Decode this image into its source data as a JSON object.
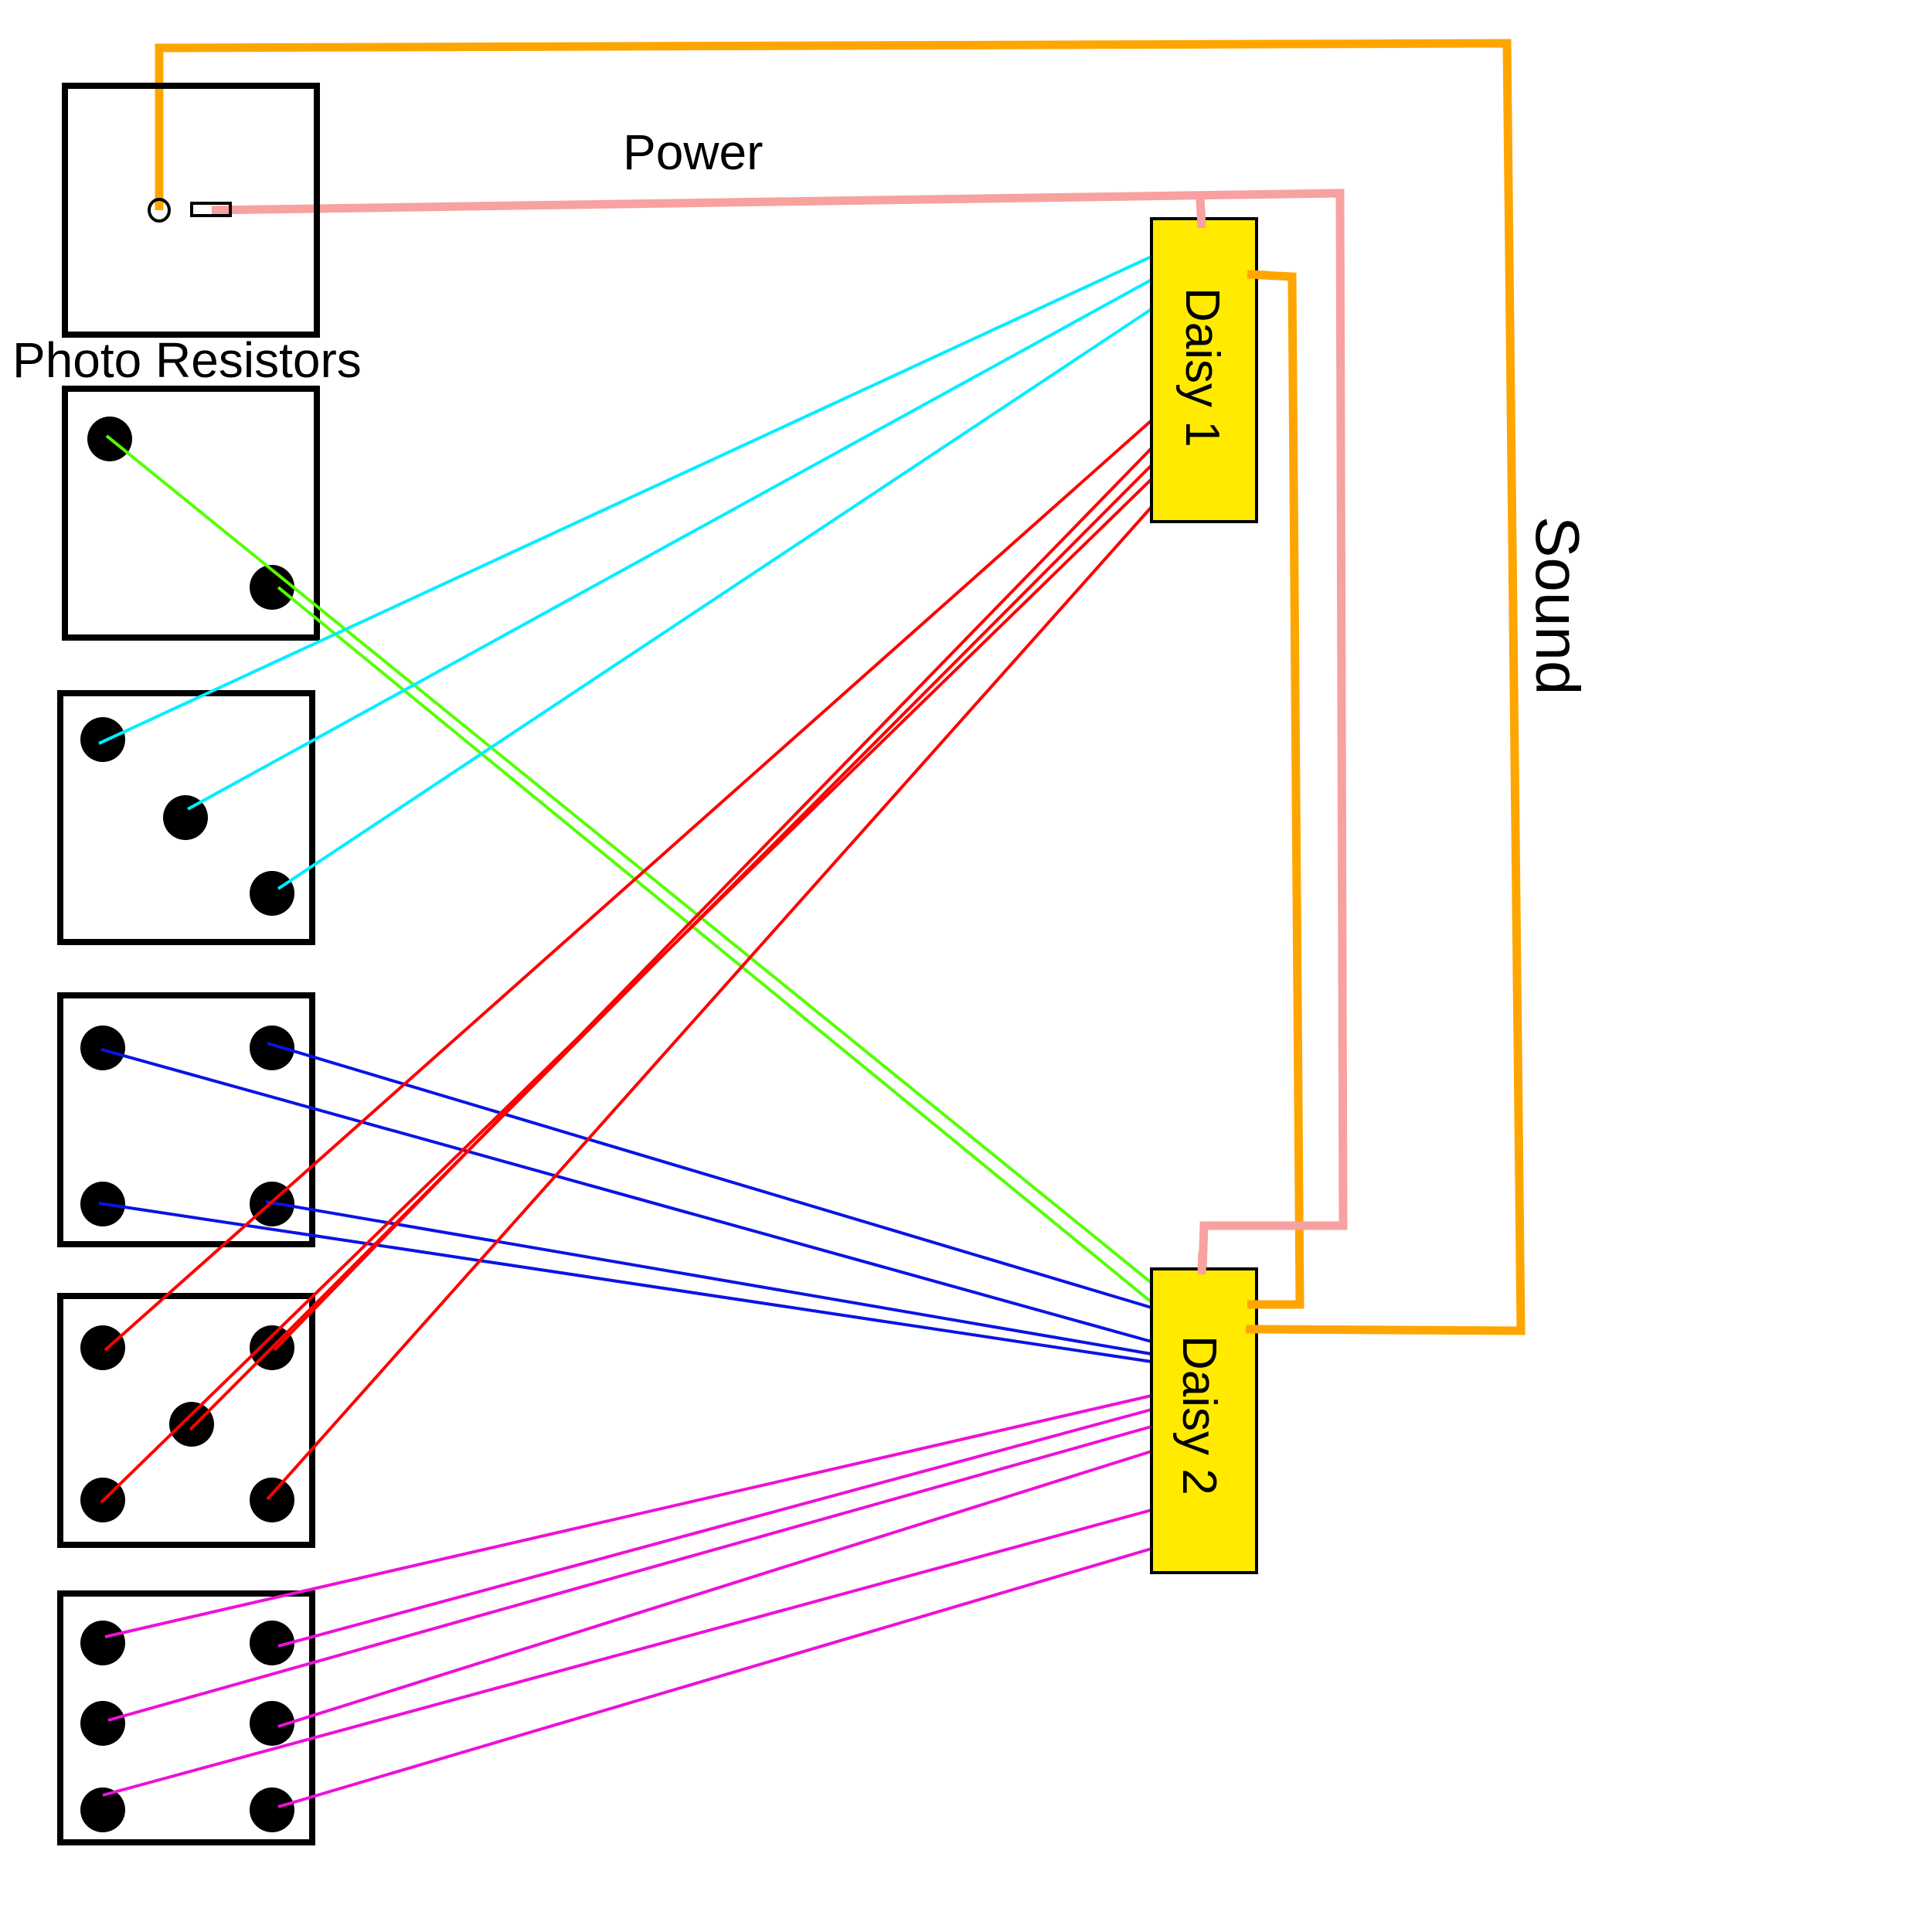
{
  "labels": {
    "power": "Power",
    "photo_resistors": "Photo Resistors",
    "sound": "Sound",
    "daisy1": "Daisy 1",
    "daisy2": "Daisy 2"
  },
  "colors": {
    "sound_wire": "#FFA500",
    "power_wire": "#F7A1A1",
    "die2_wire": "#55FF00",
    "die3_wire": "#00EEFF",
    "die4_wire": "#0A14E6",
    "die5_wire": "#FF0000",
    "die6_wire": "#EE10D8",
    "daisy_fill": "#FFEA00"
  },
  "components": {
    "power_board": "power-source",
    "dice": [
      {
        "name": "die-2",
        "pips": 2,
        "connects_to": "Daisy 2",
        "wire": "die2_wire"
      },
      {
        "name": "die-3",
        "pips": 3,
        "connects_to": "Daisy 1",
        "wire": "die3_wire"
      },
      {
        "name": "die-4",
        "pips": 4,
        "connects_to": "Daisy 2",
        "wire": "die4_wire"
      },
      {
        "name": "die-5",
        "pips": 5,
        "connects_to": "Daisy 1",
        "wire": "die5_wire"
      },
      {
        "name": "die-6",
        "pips": 6,
        "connects_to": "Daisy 2",
        "wire": "die6_wire"
      }
    ]
  }
}
